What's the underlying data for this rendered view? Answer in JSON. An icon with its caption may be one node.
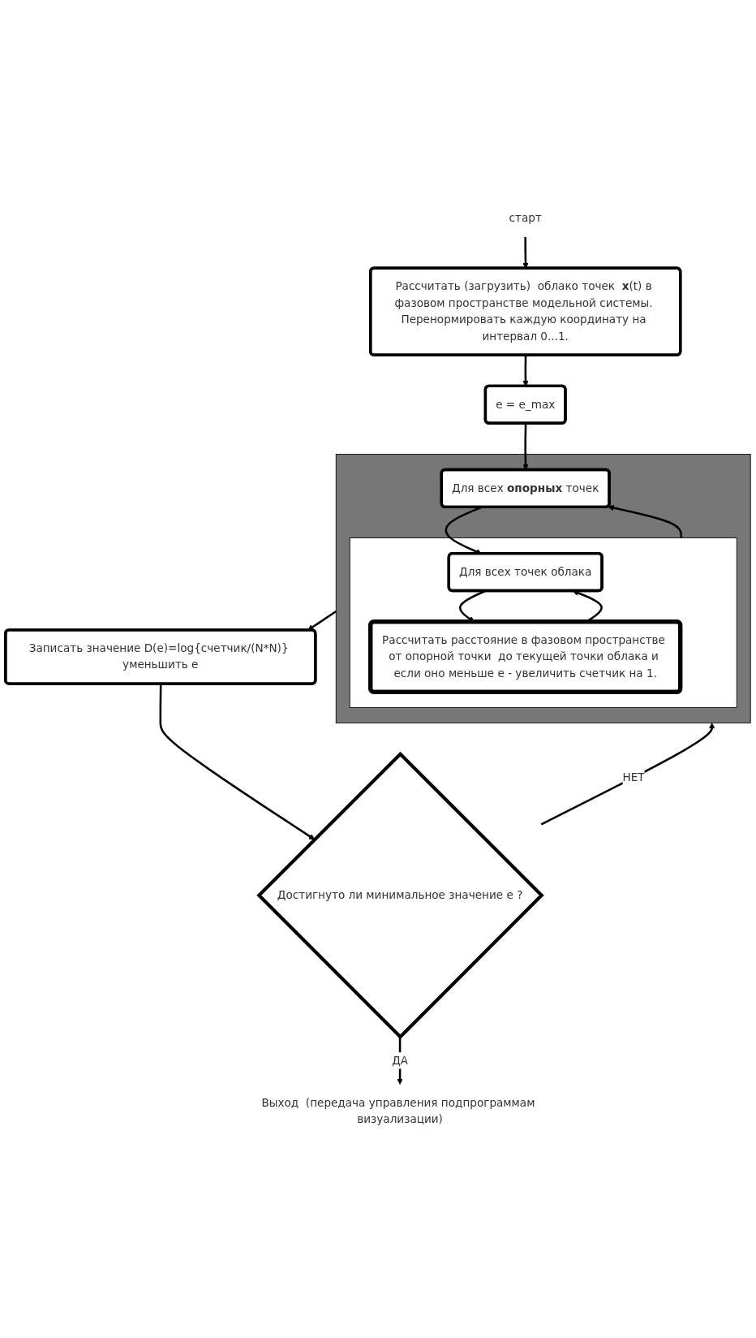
{
  "diagram": {
    "nodes": [
      {
        "text": [
          "старт"
        ]
      },
      {
        "text": [
          "Рассчитать (загрузить)  облако точек  **x**(t) в фазовом пространстве модельной системы. Перенормировать каждую координату на интервал 0...1."
        ]
      },
      {
        "text": [
          "e = e_max"
        ]
      },
      {
        "text": [],
        "shape": "box"
      },
      {
        "text": [
          "Для всех  **опорных** точек"
        ],
        "in": 3
      },
      {
        "text": [],
        "shape": "box",
        "in": 3
      },
      {
        "text": [
          "Для всех точек облака"
        ],
        "in": 5
      },
      {
        "text": [
          "Рассчитать расстояние в фазовом пространстве от опорной точки  до текущей точки облака и если оно меньше e - увеличить счетчик на 1."
        ],
        "in": 5
      },
      {
        "text": [
          "Записать значение D(e)=log{счетчик/(N*N)} уменьшить e"
        ]
      },
      {
        "text": [
          "Достигнуто ли минимальное значение e ?"
        ]
      },
      {
        "text": [
          "Выход  (передача управления подпрограммам визуализации)"
        ]
      }
    ],
    "edges": [
      {
        "from": 0,
        "to": 1,
        "arrow": "to"
      },
      {
        "from": 1,
        "to": 2,
        "arrow": "to"
      },
      {
        "from": 2,
        "to": 4,
        "arrow": "to"
      },
      {
        "from": 4,
        "to": 6,
        "arrow": "to"
      },
      {
        "from": 6,
        "to": 7,
        "arrow": "to"
      },
      {
        "from": 7,
        "to": 6,
        "arrow": "to"
      },
      {
        "from": 5,
        "to": 4,
        "arrow": "to"
      },
      {
        "from": 3,
        "to": 8,
        "arrow": "to"
      },
      {
        "from": 8,
        "to": 9,
        "arrow": "to"
      },
      {
        "from": 9,
        "to": 10,
        "label": "ДА",
        "arrow": "to"
      },
      {
        "from": 9,
        "to": 3,
        "label": "НЕТ",
        "arrow": "to"
      }
    ]
  }
}
